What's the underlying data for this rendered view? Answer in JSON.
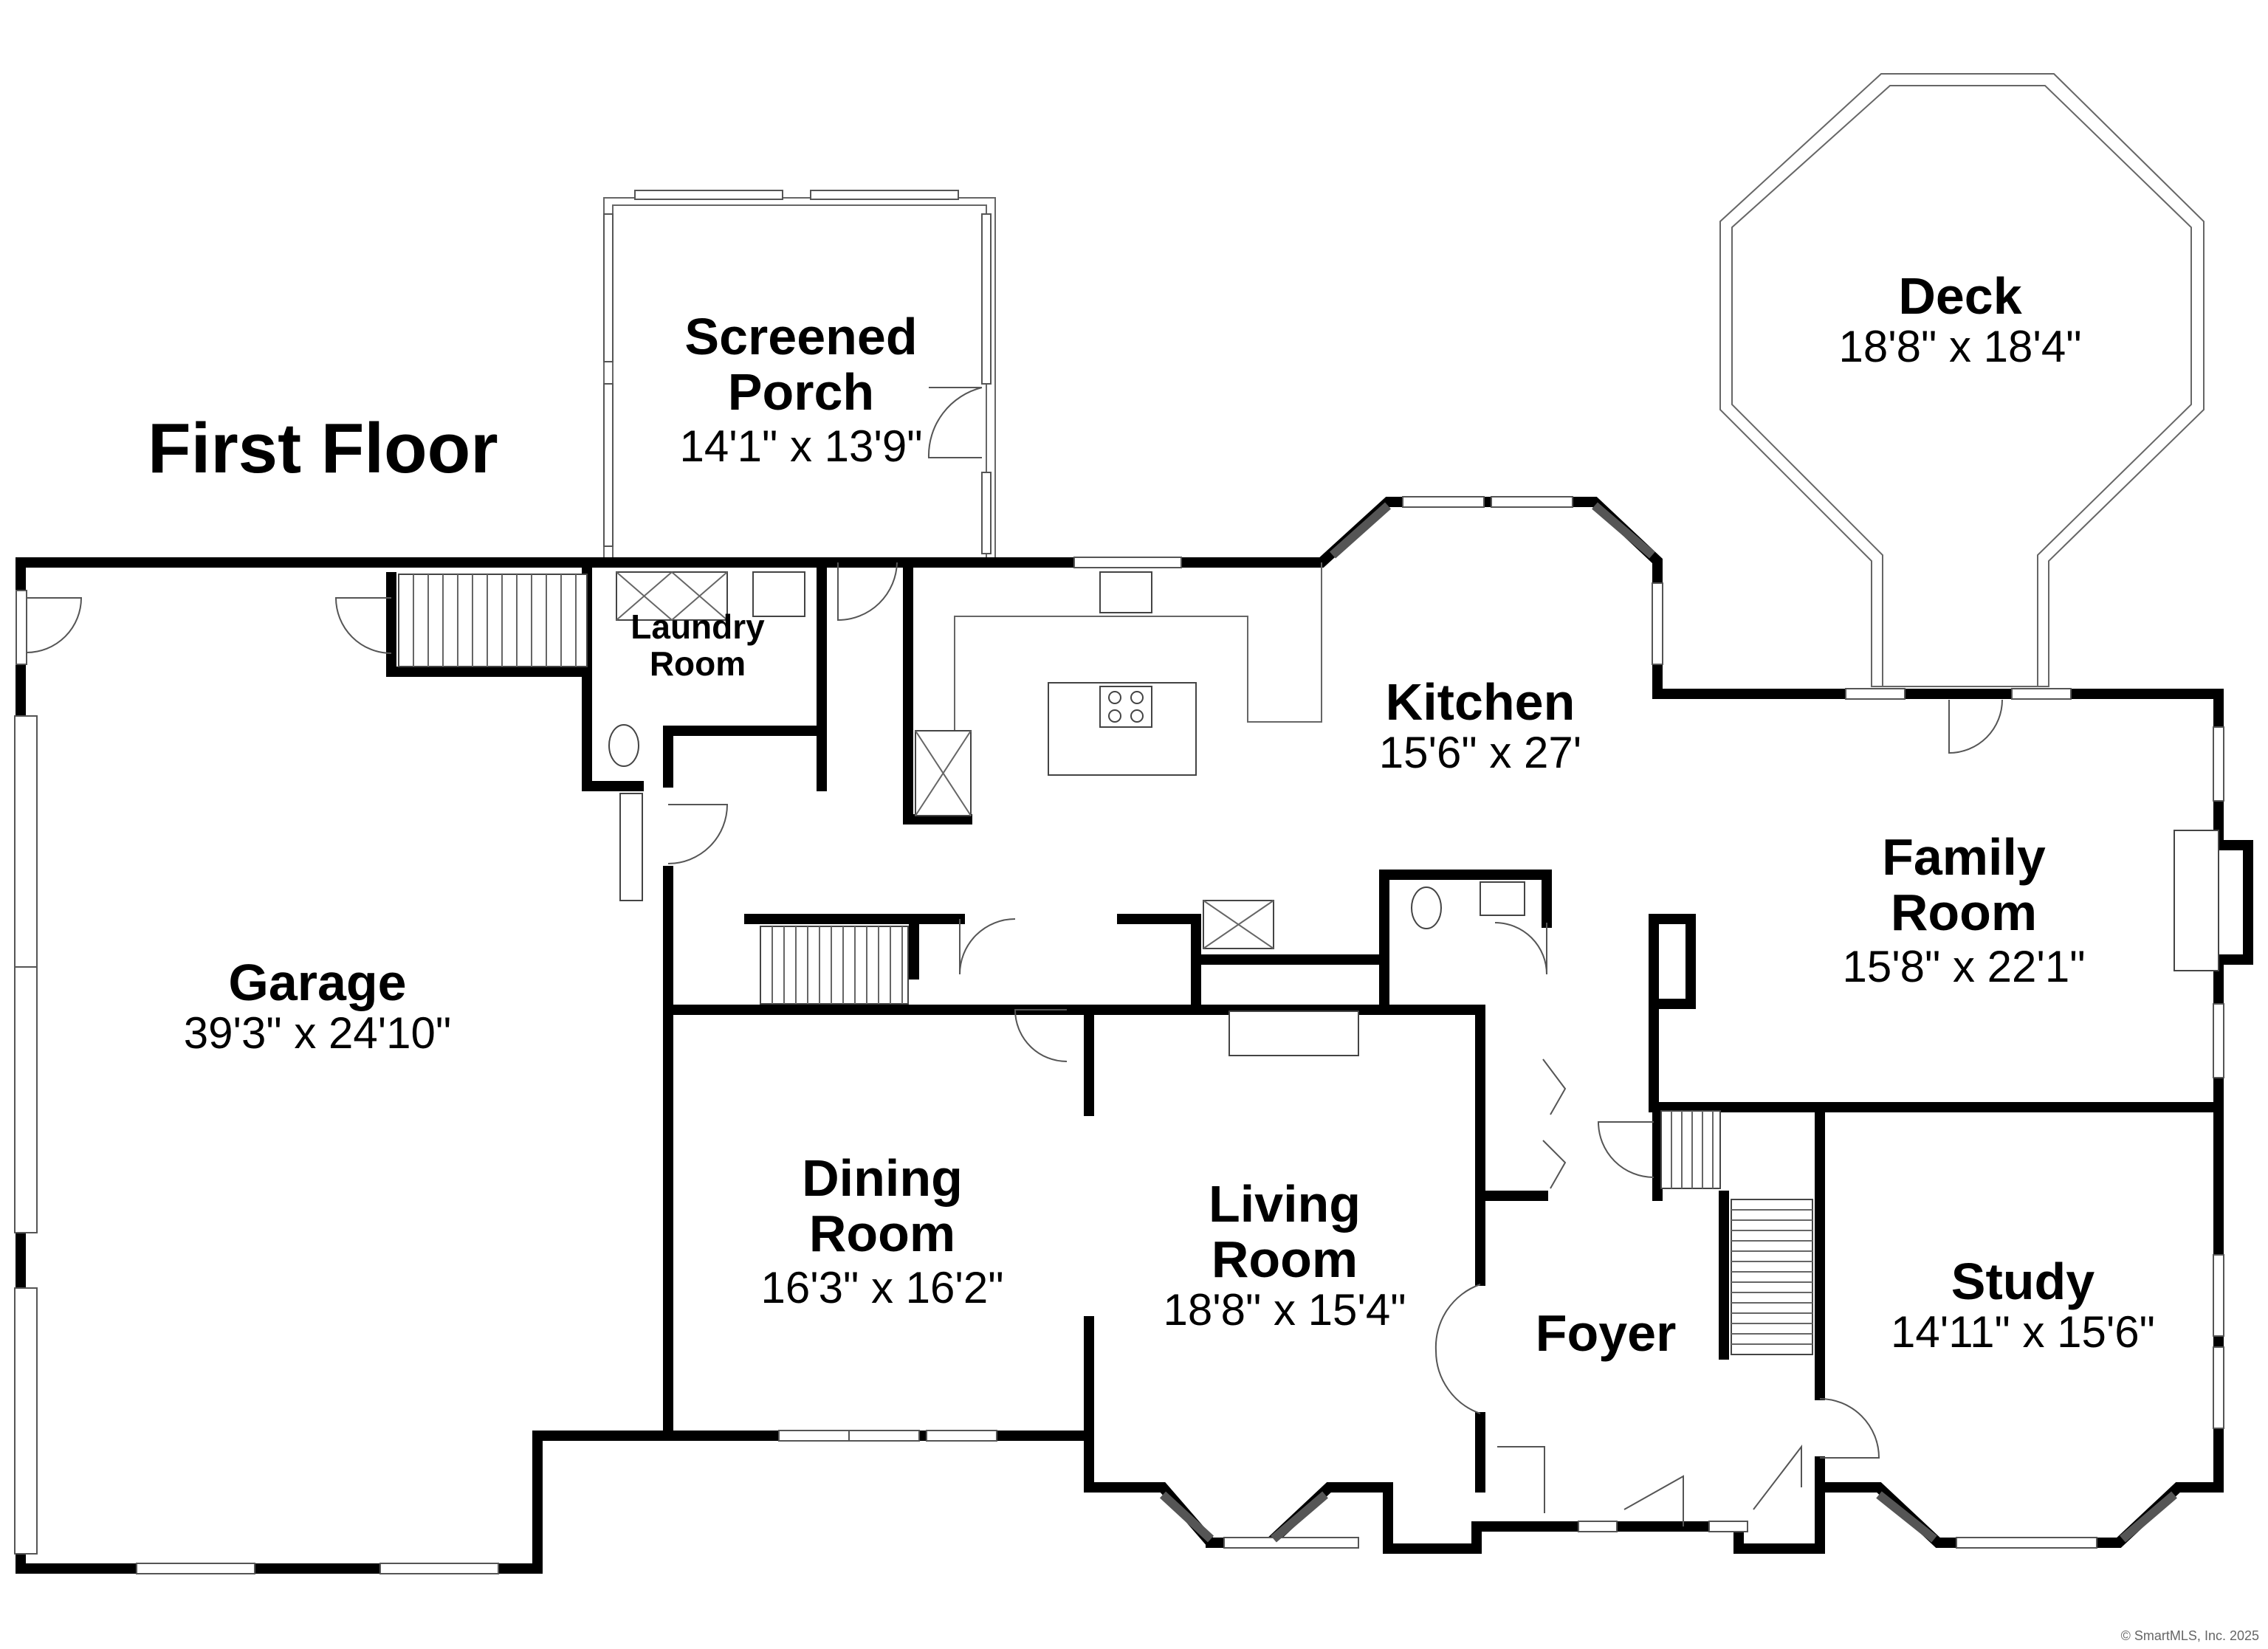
{
  "floor_title": "First Floor",
  "copyright": "© SmartMLS, Inc. 2025",
  "rooms": {
    "screened_porch": {
      "name_line1": "Screened",
      "name_line2": "Porch",
      "dims": "14'1\" x 13'9\""
    },
    "deck": {
      "name": "Deck",
      "dims": "18'8\" x 18'4\""
    },
    "laundry": {
      "name_line1": "Laundry",
      "name_line2": "Room"
    },
    "kitchen": {
      "name": "Kitchen",
      "dims": "15'6\" x 27'"
    },
    "family_room": {
      "name_line1": "Family",
      "name_line2": "Room",
      "dims": "15'8\" x 22'1\""
    },
    "garage": {
      "name": "Garage",
      "dims": "39'3\" x 24'10\""
    },
    "dining_room": {
      "name_line1": "Dining",
      "name_line2": "Room",
      "dims": "16'3\" x 16'2\""
    },
    "living_room": {
      "name_line1": "Living",
      "name_line2": "Room",
      "dims": "18'8\" x 15'4\""
    },
    "foyer": {
      "name": "Foyer"
    },
    "study": {
      "name": "Study",
      "dims": "14'11\" x 15'6\""
    }
  }
}
